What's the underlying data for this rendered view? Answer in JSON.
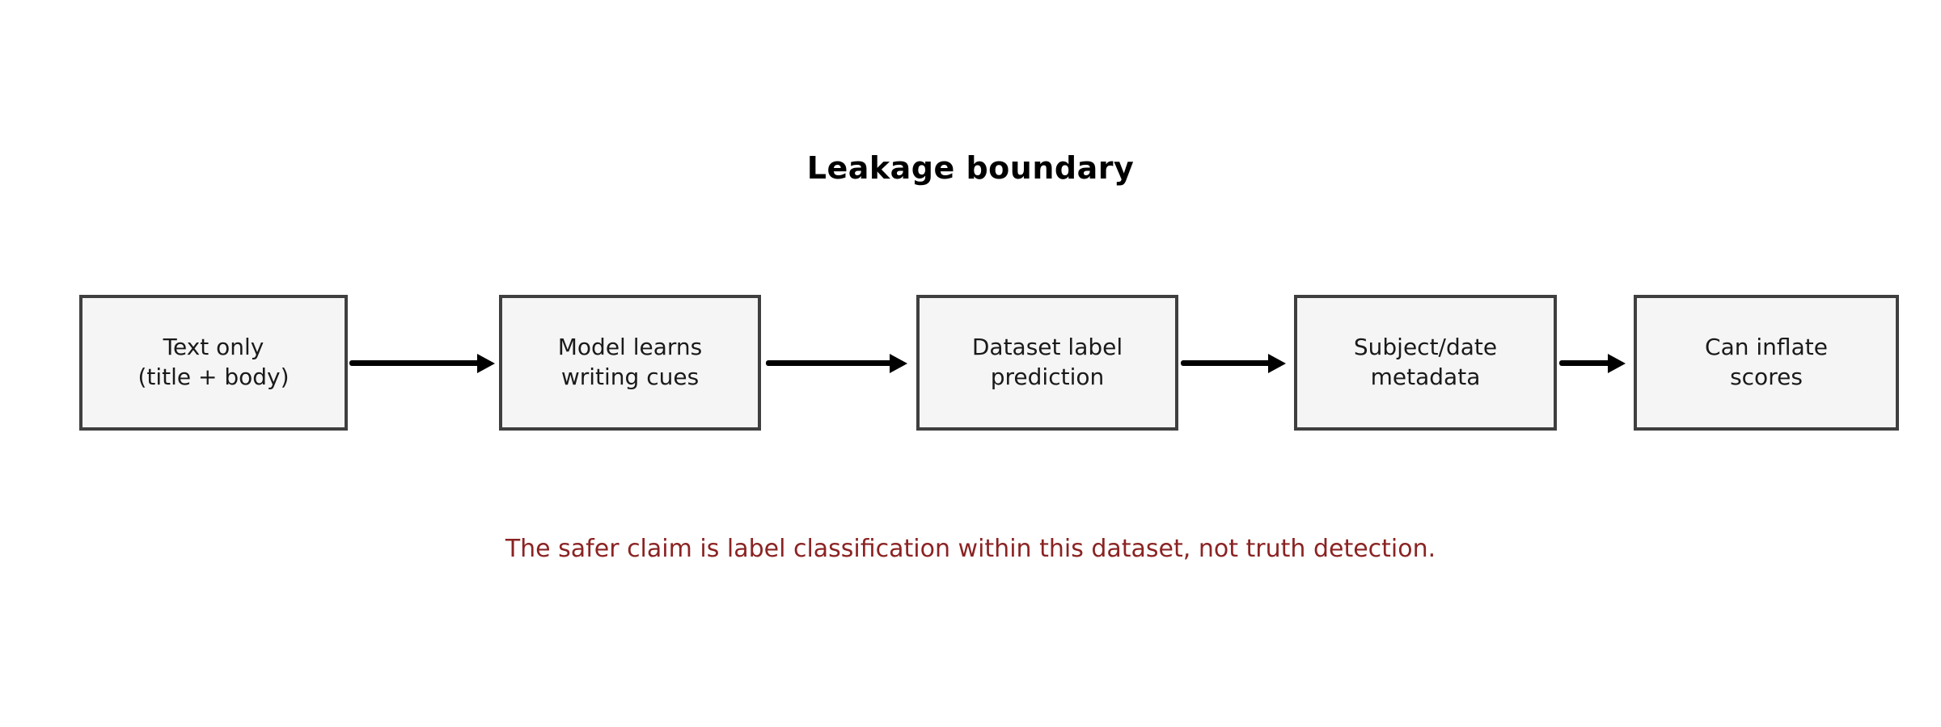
{
  "diagram": {
    "title": "Leakage boundary",
    "flow_direction": "left-to-right",
    "nodes": [
      {
        "id": "text-only",
        "label": "Text only\n(title + body)"
      },
      {
        "id": "model-learns",
        "label": "Model learns\nwriting cues"
      },
      {
        "id": "label-prediction",
        "label": "Dataset label\nprediction"
      },
      {
        "id": "subject-metadata",
        "label": "Subject/date\nmetadata"
      },
      {
        "id": "inflate-scores",
        "label": "Can inflate\nscores"
      }
    ],
    "connections": [
      {
        "from": "text-only",
        "to": "model-learns"
      },
      {
        "from": "model-learns",
        "to": "label-prediction"
      },
      {
        "from": "label-prediction",
        "to": "subject-metadata"
      },
      {
        "from": "subject-metadata",
        "to": "inflate-scores"
      }
    ],
    "caption": {
      "text": "The safer claim is label classification within this dataset, not truth detection.",
      "color": "#8b2323"
    },
    "colors": {
      "background": "#ffffff",
      "box_fill": "#f5f5f5",
      "box_border": "#3f3f3f",
      "box_text": "#1a1a1a",
      "title_text": "#000000",
      "arrow": "#000000"
    }
  }
}
